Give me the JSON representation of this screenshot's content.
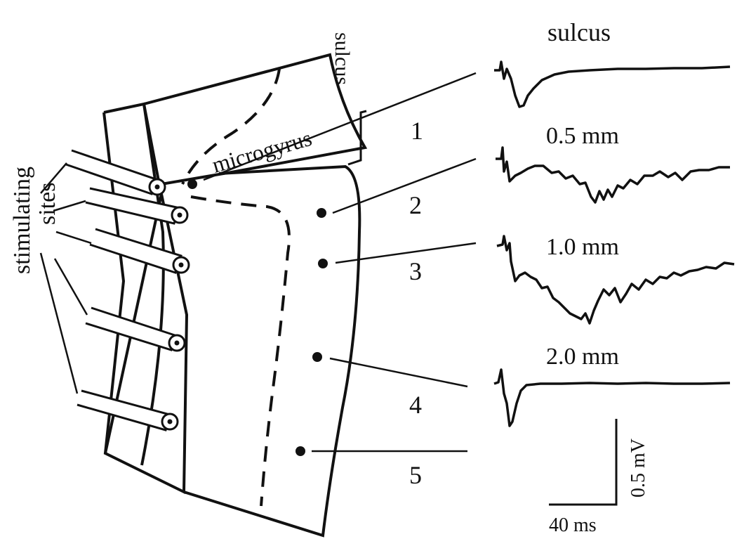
{
  "labels": {
    "stimulating": "stimulating",
    "sites": "sites",
    "microgyrus": "microgyrus",
    "sulcus_vertical": "sulcus",
    "sulcus_title": "sulcus",
    "trace_labels": [
      "0.5 mm",
      "1.0 mm",
      "2.0 mm"
    ],
    "site_numbers": [
      "1",
      "2",
      "3",
      "4",
      "5"
    ]
  },
  "scale_bar": {
    "voltage": "0.5 mV",
    "time": "40 ms"
  }
}
